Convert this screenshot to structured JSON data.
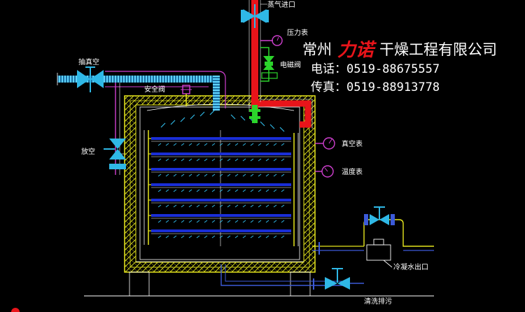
{
  "company": {
    "prefix": "常州",
    "brand": "力诺",
    "suffix": "干燥工程有限公司",
    "phone": "电话：0519-88675557",
    "fax": "传真：0519-88913778"
  },
  "labels": {
    "steam_inlet": "蒸气进口",
    "pressure_gauge": "压力表",
    "solenoid_valve": "电磁阀",
    "vacuum_pump": "抽真空",
    "safety_valve": "安全阀",
    "air_release": "放空",
    "vacuum_gauge": "真空表",
    "thermometer": "温度表",
    "condensate_outlet": "冷凝水出口",
    "cleaning_drain": "清洗排污"
  },
  "colors": {
    "insulation": "#e6e61e",
    "steam_pipe": "#e8141a",
    "vacuum_pipe": "#2fb8e6",
    "water_pipe": "#3c5ad8",
    "shelf": "#1a2ed6",
    "gauge": "#d040d0",
    "condensate": "#e6e61e"
  }
}
